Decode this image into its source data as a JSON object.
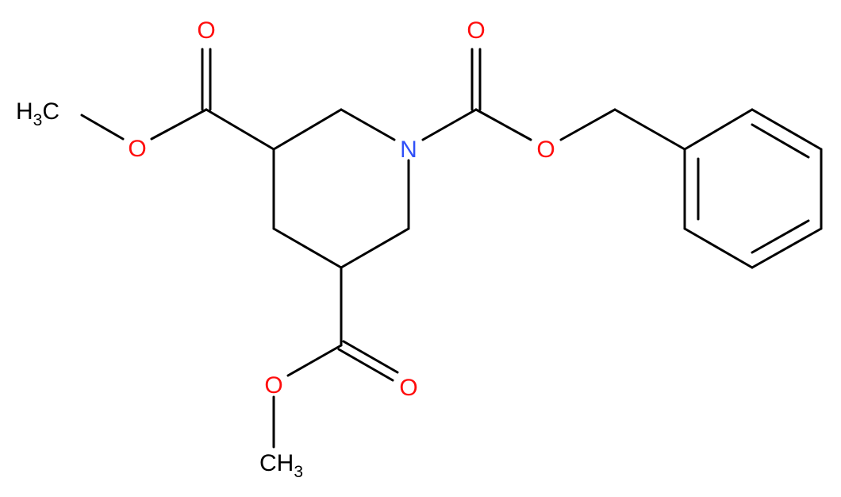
{
  "molecule": {
    "atoms": {
      "o_top_left_carbonyl": "O",
      "o_top_left_ester": "O",
      "methyl_top_left": {
        "main": "H",
        "sub": "3",
        "tail": "C"
      },
      "nitrogen": "N",
      "o_top_center_carbonyl": "O",
      "o_top_center_ester": "O",
      "o_bottom_ester": "O",
      "o_bottom_carbonyl": "O",
      "methyl_bottom": {
        "main": "CH",
        "sub": "3"
      }
    },
    "colors": {
      "oxygen": "#ff0d0d",
      "nitrogen": "#3050f8",
      "carbon": "#000000"
    }
  }
}
